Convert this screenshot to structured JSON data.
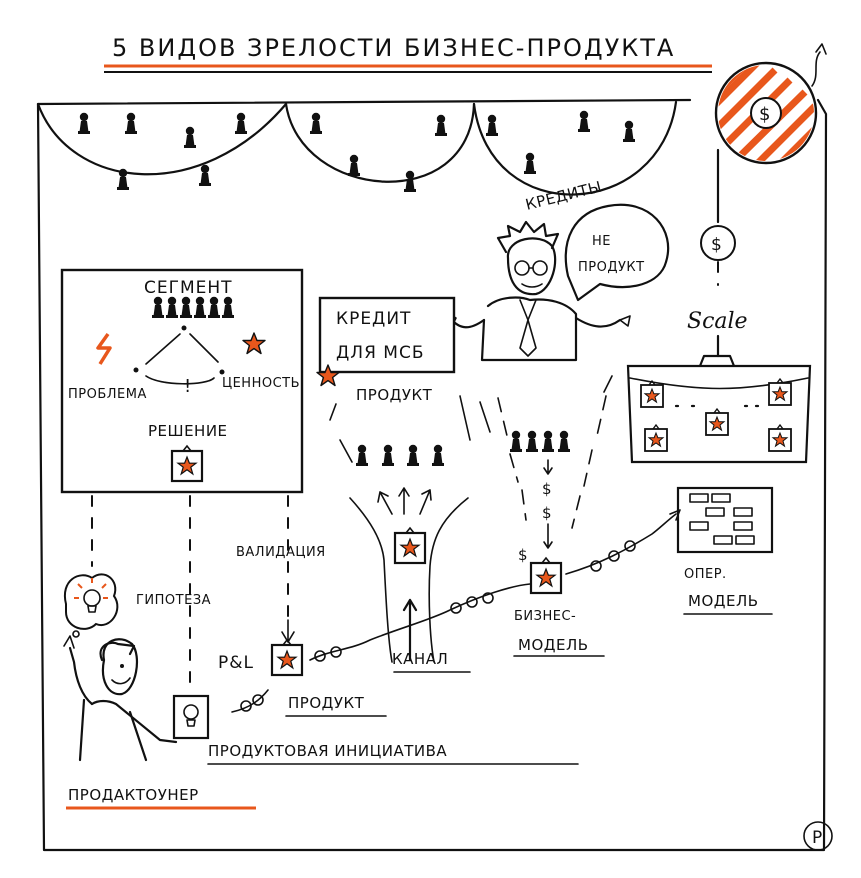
{
  "title": "5 ВИДОВ ЗРЕЛОСТИ БИЗНЕС-ПРОДУКТА",
  "labels": {
    "credits": "КРЕДИТЫ",
    "not_product_1": "НЕ",
    "not_product_2": "ПРОДУКТ",
    "segment": "СЕГМЕНТ",
    "problem": "ПРОБЛЕМА",
    "value": "ЦЕННОСТЬ",
    "exclaim": "!",
    "solution": "РЕШЕНИЕ",
    "credit_line1": "КРЕДИТ",
    "credit_line2": "ДЛЯ МСБ",
    "product_mid": "ПРОДУКТ",
    "validation": "ВАЛИДАЦИЯ",
    "hypothesis": "ГИПОТЕЗА",
    "pnl": "P&L",
    "product": "ПРОДУКТ",
    "channel": "КАНАЛ",
    "business_model_1": "БИЗНЕС-",
    "business_model_2": "МОДЕЛЬ",
    "oper_model_1": "ОПЕР.",
    "oper_model_2": "МОДЕЛЬ",
    "scale": "Scale",
    "initiative": "ПРОДУКТОВАЯ ИНИЦИАТИВА",
    "owner": "ПРОДАКТОУНЕР",
    "dollar": "$",
    "signature": "Р"
  },
  "colors": {
    "ink": "#111111",
    "accent": "#e8571c",
    "paper": "#ffffff"
  },
  "icons": [
    "pawn-icon",
    "star-icon",
    "lightning-icon",
    "lightbulb-icon",
    "dollar-coin-icon",
    "briefcase-icon",
    "flowchart-icon",
    "arrow-icon"
  ]
}
